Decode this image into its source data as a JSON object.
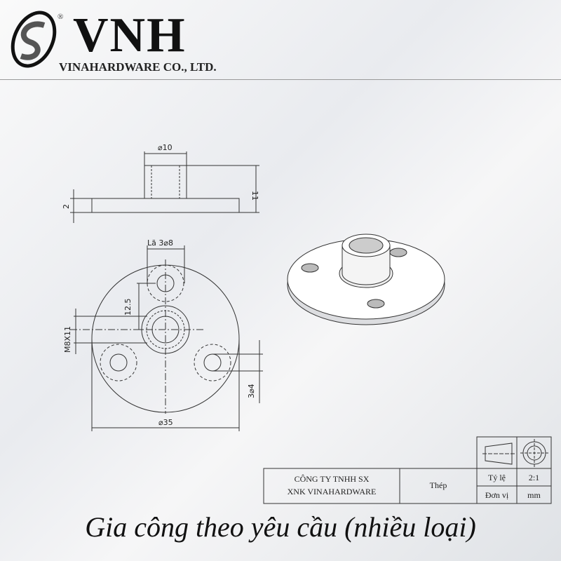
{
  "logo": {
    "brand": "VNH",
    "registered": "®",
    "company": "VINAHARDWARE CO., LTD."
  },
  "drawing": {
    "dimensions": {
      "boss_diameter": "⌀10",
      "height": "11",
      "plate_thickness": "2",
      "holes": "Lã 3⌀8",
      "hole_offset": "12.5",
      "thread": "M8X11",
      "hole_diameter": "3⌀4",
      "plate_diameter": "⌀35"
    }
  },
  "title_block": {
    "company_line1": "CÔNG TY TNHH SX",
    "company_line2": "XNK VINAHARDWARE",
    "material": "Thép",
    "scale_label": "Tỷ lệ",
    "scale_value": "2:1",
    "unit_label": "Đơn vị",
    "unit_value": "mm"
  },
  "footer": {
    "caption": "Gia công theo yêu cầu (nhiều loại)"
  }
}
